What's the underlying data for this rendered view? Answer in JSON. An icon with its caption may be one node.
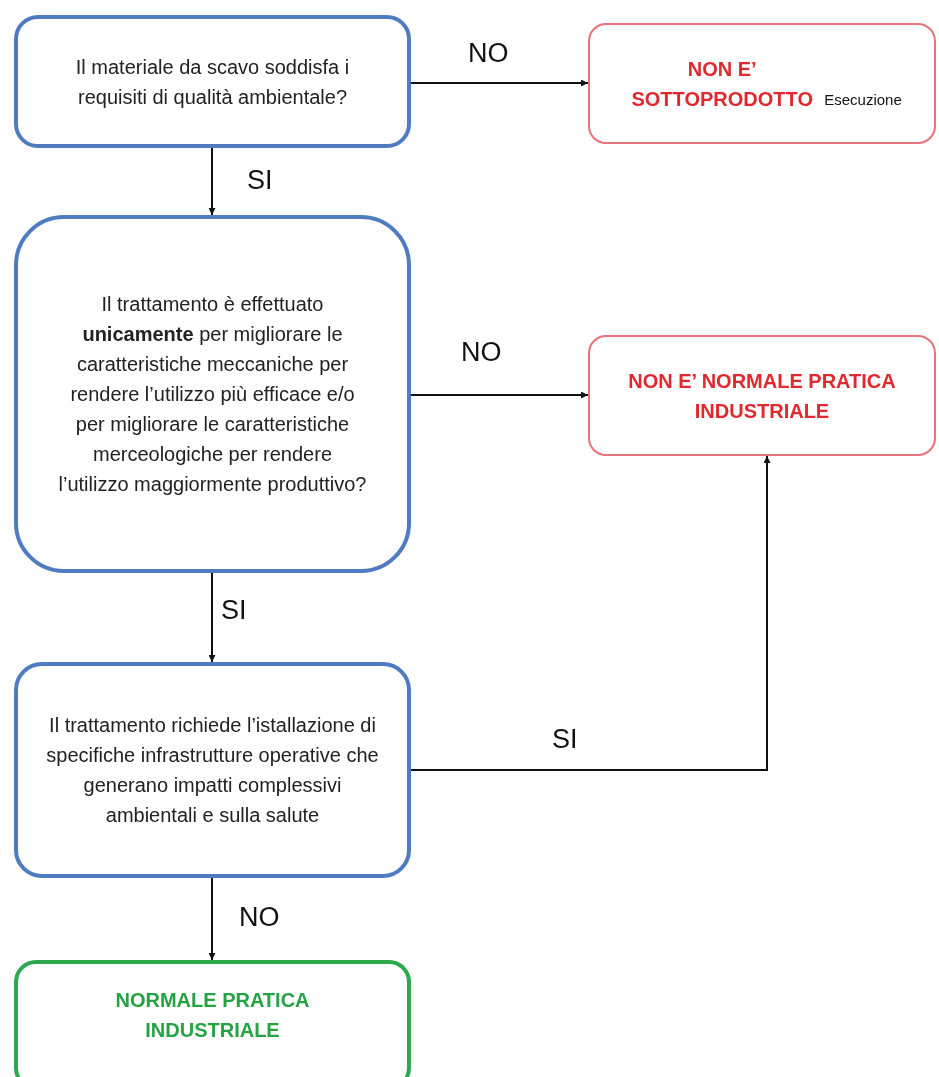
{
  "diagram": {
    "nodes": [
      {
        "text": [
          "Il materiale da scavo soddisfa i requisiti di qualità ambientale?"
        ]
      },
      {
        "text": [
          "NON E’ SOTTOPRODOTTO",
          "Esecuzione"
        ]
      },
      {
        "text": [
          "Il trattamento è effettuato **unicamente** per migliorare le caratteristiche meccaniche per rendere l’utilizzo più efficace e/o per migliorare le caratteristiche merceologiche per rendere l’utilizzo maggiormente produttivo?"
        ]
      },
      {
        "text": [
          "NON E’ NORMALE PRATICA INDUSTRIALE"
        ]
      },
      {
        "text": [
          "Il trattamento richiede l’istallazione di specifiche infrastrutture operative che generano impatti complessivi ambientali e sulla salute"
        ]
      },
      {
        "text": [
          "NORMALE PRATICA INDUSTRIALE"
        ]
      }
    ],
    "edges": [
      {
        "from": 0,
        "to": 1,
        "arrow": "to",
        "label": "NO"
      },
      {
        "from": 0,
        "to": 2,
        "arrow": "to",
        "label": "SI"
      },
      {
        "from": 2,
        "to": 3,
        "arrow": "to",
        "label": "NO"
      },
      {
        "from": 2,
        "to": 4,
        "arrow": "to",
        "label": "SI"
      },
      {
        "from": 4,
        "to": 3,
        "arrow": "to",
        "label": "SI"
      },
      {
        "from": 4,
        "to": 5,
        "arrow": "to",
        "label": "NO"
      }
    ]
  }
}
